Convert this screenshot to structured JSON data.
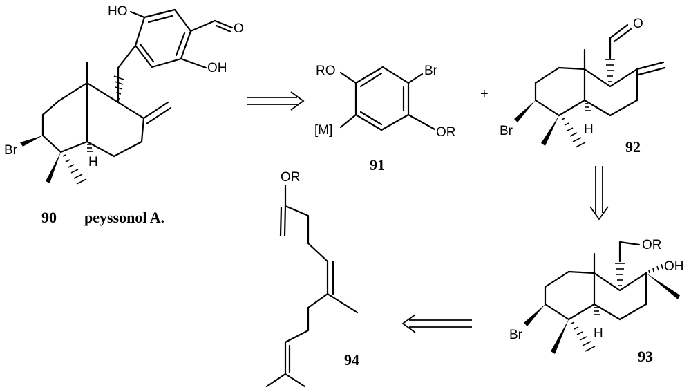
{
  "compounds": {
    "c90": {
      "number": "90",
      "name": "peyssonol A."
    },
    "c91": {
      "number": "91"
    },
    "c92": {
      "number": "92"
    },
    "c93": {
      "number": "93"
    },
    "c94": {
      "number": "94"
    }
  },
  "atoms": {
    "c90_ho": "HO",
    "c90_oh": "OH",
    "c90_o": "O",
    "c90_br": "Br",
    "c90_h": "H",
    "c91_ro": "RO",
    "c91_br": "Br",
    "c91_m": "[M]",
    "c91_or": "OR",
    "c92_o": "O",
    "c92_br": "Br",
    "c92_h": "H",
    "c93_or": "OR",
    "c93_oh": "OH",
    "c93_br": "Br",
    "c93_h": "H",
    "c94_or": "OR"
  },
  "plus": "+"
}
